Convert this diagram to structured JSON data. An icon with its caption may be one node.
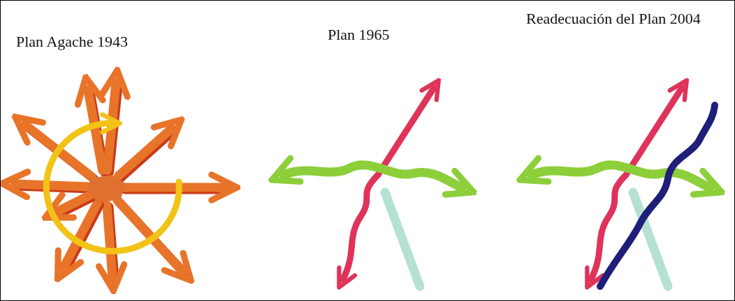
{
  "diagram": {
    "labels": [
      "Plan Agache 1943",
      "Plan 1965",
      "Readecuación del Plan 2004"
    ]
  }
}
